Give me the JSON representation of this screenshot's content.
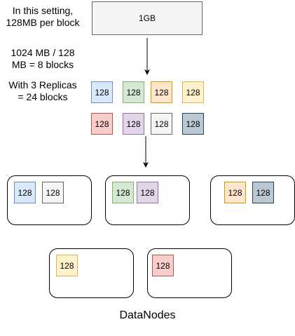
{
  "notes": [
    "In this setting,\n128MB per block",
    "1024 MB / 128\nMB = 8 blocks",
    "With 3 Replicas\n= 24 blocks"
  ],
  "file_label": "1GB",
  "colors": {
    "blue": {
      "fill": "#dae8fc",
      "stroke": "#6c8ebf"
    },
    "green": {
      "fill": "#d5e8d4",
      "stroke": "#82b366"
    },
    "orange": {
      "fill": "#ffe6cc",
      "stroke": "#d79b00"
    },
    "yellow": {
      "fill": "#fff2cc",
      "stroke": "#d6b656"
    },
    "red": {
      "fill": "#f8cecc",
      "stroke": "#b85450"
    },
    "purple": {
      "fill": "#e1d5e7",
      "stroke": "#9673a6"
    },
    "white": {
      "fill": "#f5f5f5",
      "stroke": "#666666"
    },
    "slate": {
      "fill": "#bac8d3",
      "stroke": "#23445d"
    }
  },
  "blocks": [
    {
      "label": "128",
      "color": "blue"
    },
    {
      "label": "128",
      "color": "green"
    },
    {
      "label": "128",
      "color": "orange"
    },
    {
      "label": "128",
      "color": "yellow"
    },
    {
      "label": "128",
      "color": "red"
    },
    {
      "label": "128",
      "color": "purple"
    },
    {
      "label": "128",
      "color": "white"
    },
    {
      "label": "128",
      "color": "slate"
    }
  ],
  "datanodes": [
    {
      "blocks": [
        {
          "label": "128",
          "color": "blue"
        },
        {
          "label": "128",
          "color": "white"
        }
      ]
    },
    {
      "blocks": [
        {
          "label": "128",
          "color": "green"
        },
        {
          "label": "128",
          "color": "purple"
        }
      ]
    },
    {
      "blocks": [
        {
          "label": "128",
          "color": "orange"
        },
        {
          "label": "128",
          "color": "slate"
        }
      ]
    },
    {
      "blocks": [
        {
          "label": "128",
          "color": "yellow"
        }
      ]
    },
    {
      "blocks": [
        {
          "label": "128",
          "color": "red"
        }
      ]
    }
  ],
  "caption": "DataNodes"
}
